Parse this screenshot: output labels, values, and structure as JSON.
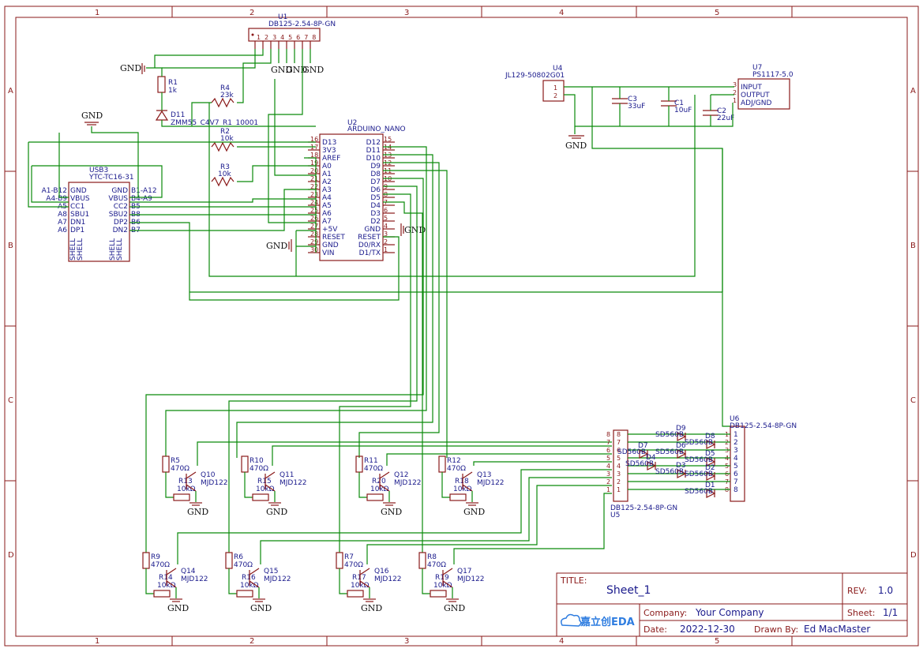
{
  "frame": {
    "cols": [
      "1",
      "2",
      "3",
      "4",
      "5"
    ],
    "rows": [
      "A",
      "B",
      "C",
      "D"
    ]
  },
  "title_block": {
    "title_key": "TITLE:",
    "title_value": "Sheet_1",
    "rev_key": "REV:",
    "rev_value": "1.0",
    "company_key": "Company:",
    "company_value": "Your Company",
    "sheet_key": "Sheet:",
    "sheet_value": "1/1",
    "date_key": "Date:",
    "date_value": "2022-12-30",
    "drawn_key": "Drawn By:",
    "drawn_value": "Ed MacMaster",
    "logo": "嘉立创EDA"
  },
  "components": {
    "u1": {
      "ref": "U1",
      "value": "DB125-2.54-8P-GN",
      "pins": "1 2 3 4 5 6 7 8"
    },
    "u2": {
      "ref": "U2",
      "value": "ARDUINO_NANO"
    },
    "u3": {
      "ref": "USB3",
      "value": "YTC-TC16-31",
      "left_tag": "A1-B12",
      "right_tag": "B1-A12"
    },
    "u4": {
      "ref": "U4",
      "value": "JL129-50802G01"
    },
    "u5": {
      "ref": "U5",
      "value": "DB125-2.54-8P-GN"
    },
    "u6": {
      "ref": "U6",
      "value": "DB125-2.54-8P-GN"
    },
    "u7": {
      "ref": "U7",
      "value": "PS1117-5.0",
      "pin_input": "INPUT",
      "pin_output": "OUTPUT",
      "pin_adj": "ADJ/GND"
    },
    "r1": {
      "ref": "R1",
      "value": "1k"
    },
    "r2": {
      "ref": "R2",
      "value": "10k"
    },
    "r3": {
      "ref": "R3",
      "value": "10k"
    },
    "r4": {
      "ref": "R4",
      "value": "23k"
    },
    "d11": {
      "ref": "D11",
      "value": "ZMM55_C4V7_R1_10001"
    },
    "c1": {
      "ref": "C1",
      "value": "10uF"
    },
    "c2": {
      "ref": "C2",
      "value": "22uF"
    },
    "c3": {
      "ref": "C3",
      "value": "33uF"
    }
  },
  "nano_left_pins": [
    {
      "no": "16",
      "name": "D13"
    },
    {
      "no": "17",
      "name": "3V3"
    },
    {
      "no": "18",
      "name": "AREF"
    },
    {
      "no": "19",
      "name": "A0"
    },
    {
      "no": "20",
      "name": "A1"
    },
    {
      "no": "21",
      "name": "A2"
    },
    {
      "no": "22",
      "name": "A3"
    },
    {
      "no": "23",
      "name": "A4"
    },
    {
      "no": "24",
      "name": "A5"
    },
    {
      "no": "25",
      "name": "A6"
    },
    {
      "no": "26",
      "name": "A7"
    },
    {
      "no": "27",
      "name": "+5V"
    },
    {
      "no": "28",
      "name": "RESET"
    },
    {
      "no": "29",
      "name": "GND"
    },
    {
      "no": "30",
      "name": "VIN"
    }
  ],
  "nano_right_pins": [
    {
      "no": "15",
      "name": "D12"
    },
    {
      "no": "14",
      "name": "D11"
    },
    {
      "no": "13",
      "name": "D10"
    },
    {
      "no": "12",
      "name": "D9"
    },
    {
      "no": "11",
      "name": "D8"
    },
    {
      "no": "10",
      "name": "D7"
    },
    {
      "no": "9",
      "name": "D6"
    },
    {
      "no": "8",
      "name": "D5"
    },
    {
      "no": "7",
      "name": "D4"
    },
    {
      "no": "6",
      "name": "D3"
    },
    {
      "no": "5",
      "name": "D2"
    },
    {
      "no": "4",
      "name": "GND"
    },
    {
      "no": "3",
      "name": "RESET"
    },
    {
      "no": "2",
      "name": "D0/RX"
    },
    {
      "no": "1",
      "name": "D1/TX"
    }
  ],
  "usb_left_pins": [
    {
      "no": "A1-B12",
      "name": "GND"
    },
    {
      "no": "A4-B9",
      "name": "VBUS"
    },
    {
      "no": "A5",
      "name": "CC1"
    },
    {
      "no": "A8",
      "name": "SBU1"
    },
    {
      "no": "A7",
      "name": "DN1"
    },
    {
      "no": "A6",
      "name": "DP1"
    }
  ],
  "usb_right_pins": [
    {
      "no": "B1-A12",
      "name": "GND"
    },
    {
      "no": "B4-A9",
      "name": "VBUS"
    },
    {
      "no": "B5",
      "name": "CC2"
    },
    {
      "no": "B8",
      "name": "SBU2"
    },
    {
      "no": "B6",
      "name": "DP2"
    },
    {
      "no": "B7",
      "name": "DN2"
    }
  ],
  "usb_shell": [
    "SHELL",
    "SHELL",
    "SHELL",
    "SHELL"
  ],
  "gnd_label": "GND",
  "transistors_top": [
    {
      "r_base": "R5",
      "r_base_val": "470Ω",
      "r_pd": "R13",
      "r_pd_val": "10kΩ",
      "q": "Q10",
      "q_val": "MJD122"
    },
    {
      "r_base": "R10",
      "r_base_val": "470Ω",
      "r_pd": "R15",
      "r_pd_val": "10kΩ",
      "q": "Q11",
      "q_val": "MJD122"
    },
    {
      "r_base": "R11",
      "r_base_val": "470Ω",
      "r_pd": "R20",
      "r_pd_val": "10kΩ",
      "q": "Q12",
      "q_val": "MJD122"
    },
    {
      "r_base": "R12",
      "r_base_val": "470Ω",
      "r_pd": "R18",
      "r_pd_val": "10kΩ",
      "q": "Q13",
      "q_val": "MJD122"
    }
  ],
  "transistors_bottom": [
    {
      "r_base": "R9",
      "r_base_val": "470Ω",
      "r_pd": "R14",
      "r_pd_val": "10kΩ",
      "q": "Q14",
      "q_val": "MJD122"
    },
    {
      "r_base": "R6",
      "r_base_val": "470Ω",
      "r_pd": "R16",
      "r_pd_val": "10kΩ",
      "q": "Q15",
      "q_val": "MJD122"
    },
    {
      "r_base": "R7",
      "r_base_val": "470Ω",
      "r_pd": "R17",
      "r_pd_val": "10kΩ",
      "q": "Q16",
      "q_val": "MJD122"
    },
    {
      "r_base": "R8",
      "r_base_val": "470Ω",
      "r_pd": "R19",
      "r_pd_val": "10kΩ",
      "q": "Q17",
      "q_val": "MJD122"
    }
  ],
  "diodes": [
    {
      "ref": "D9",
      "value": "SD560B"
    },
    {
      "ref": "D8",
      "value": "SD560B"
    },
    {
      "ref": "D7",
      "value": "SD560B"
    },
    {
      "ref": "D6",
      "value": "SD560B"
    },
    {
      "ref": "D4",
      "value": "SD560B"
    },
    {
      "ref": "D5",
      "value": "SD560B"
    },
    {
      "ref": "D3",
      "value": "SD560B"
    },
    {
      "ref": "D2",
      "value": "SD560B"
    },
    {
      "ref": "D1",
      "value": "SD560B"
    }
  ],
  "colors": {
    "wire": "#0a8a0a",
    "part": "#8a1a1a",
    "text": "#1a1a8c",
    "logo": "#2f7de0"
  }
}
